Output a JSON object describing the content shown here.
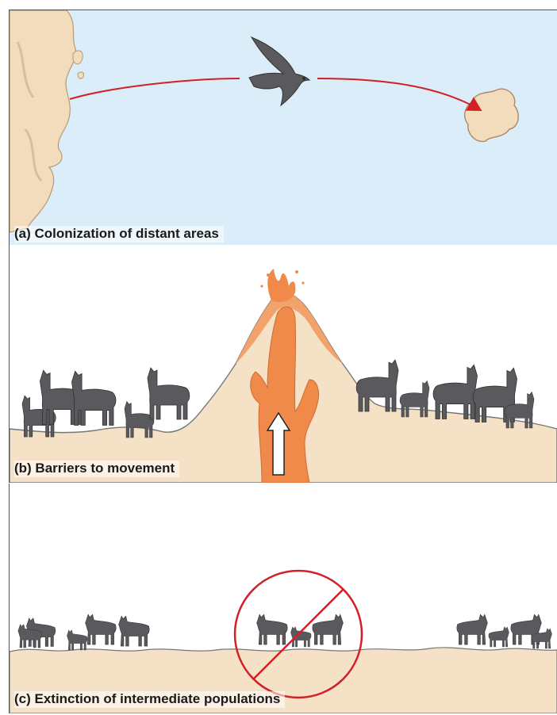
{
  "panels": [
    {
      "id": "a",
      "caption": "(a) Colonization of distant areas"
    },
    {
      "id": "b",
      "caption": "(b) Barriers to movement"
    },
    {
      "id": "c",
      "caption": "(c) Extinction of intermediate populations"
    }
  ],
  "colors": {
    "sky": "#dbedf8",
    "land": "#f5e1c5",
    "animal": "#5a5a5e",
    "arrow": "#d31f26",
    "lava": "#f08a4b",
    "no_symbol": "#d31f26"
  },
  "icons": [
    "bird-icon",
    "llama-icon",
    "deer-icon",
    "up-arrow-icon",
    "prohibition-icon"
  ]
}
